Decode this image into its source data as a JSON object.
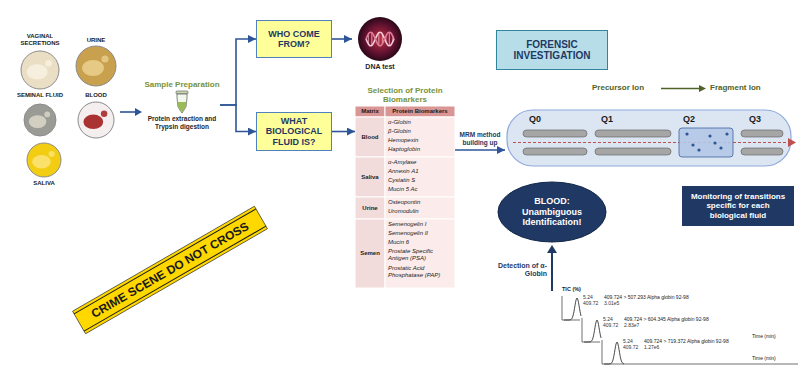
{
  "diagram": {
    "nodes": [
      {
        "text": [
          "Sample Preparation",
          "Protein extraction and Trypsin digestion"
        ]
      },
      {
        "text": [
          "WHO COME FROM?"
        ]
      },
      {
        "text": [
          "DNA test"
        ]
      },
      {
        "text": [
          "WHAT BIOLOGICAL FLUID IS?"
        ]
      },
      {
        "text": [
          "FORENSIC INVESTIGATION"
        ]
      },
      {
        "text": [
          "Selection of Protein Biomarkers"
        ]
      },
      {
        "text": [
          "Q0",
          "Q1",
          "Q2",
          "Q3"
        ]
      },
      {
        "text": [
          "Monitoring of transitions specific for each biological fluid"
        ]
      },
      {
        "text": [
          "BLOOD: Unambiguous Identification!"
        ]
      }
    ],
    "edges": [
      {
        "from": 0,
        "to": 1,
        "arrow": "to"
      },
      {
        "from": 0,
        "to": 3,
        "arrow": "to"
      },
      {
        "from": 1,
        "to": 2,
        "arrow": "to"
      },
      {
        "from": 3,
        "to": 5,
        "arrow": "to"
      },
      {
        "from": 5,
        "to": 6,
        "label": "MRM method building up",
        "arrow": "to"
      }
    ],
    "labels": [
      "VAGINAL SECRETIONS",
      "URINE",
      "SEMINAL FLUID",
      "BLOOD",
      "SALIVA",
      "Matrix",
      "Protein Biomarkers",
      "Blood",
      "α-Globin",
      "β-Globin",
      "Hemopexin",
      "Haptoglobin",
      "Saliva",
      "α-Amylase",
      "Annexin A1",
      "Cystatin S",
      "Mucin 5 Ac",
      "Urine",
      "Osteopontin",
      "Uromodulin",
      "Semen",
      "Semenogelin I",
      "Semenogelin II",
      "Mucin 6",
      "Prostate Specific Antigen (PSA)",
      "Prostatic Acid Phosphatase (PAP)",
      "Precursor Ion",
      "Fragment Ion",
      "Detection of α-Globin",
      "CRIME SCENE DO NOT CROSS",
      "TIC (%)",
      "5.24",
      "409.72",
      "409.724 > 507.293 Alpha globin 92-98",
      "3.01e5",
      "5.24",
      "409.72",
      "409.724 > 604.345 Alpha globin 92-98",
      "2.83e7",
      "5.24",
      "409.72",
      "409.724 > 719.372 Alpha globin 92-98",
      "1.27e6",
      "Time (min)",
      "Time (min)"
    ]
  }
}
